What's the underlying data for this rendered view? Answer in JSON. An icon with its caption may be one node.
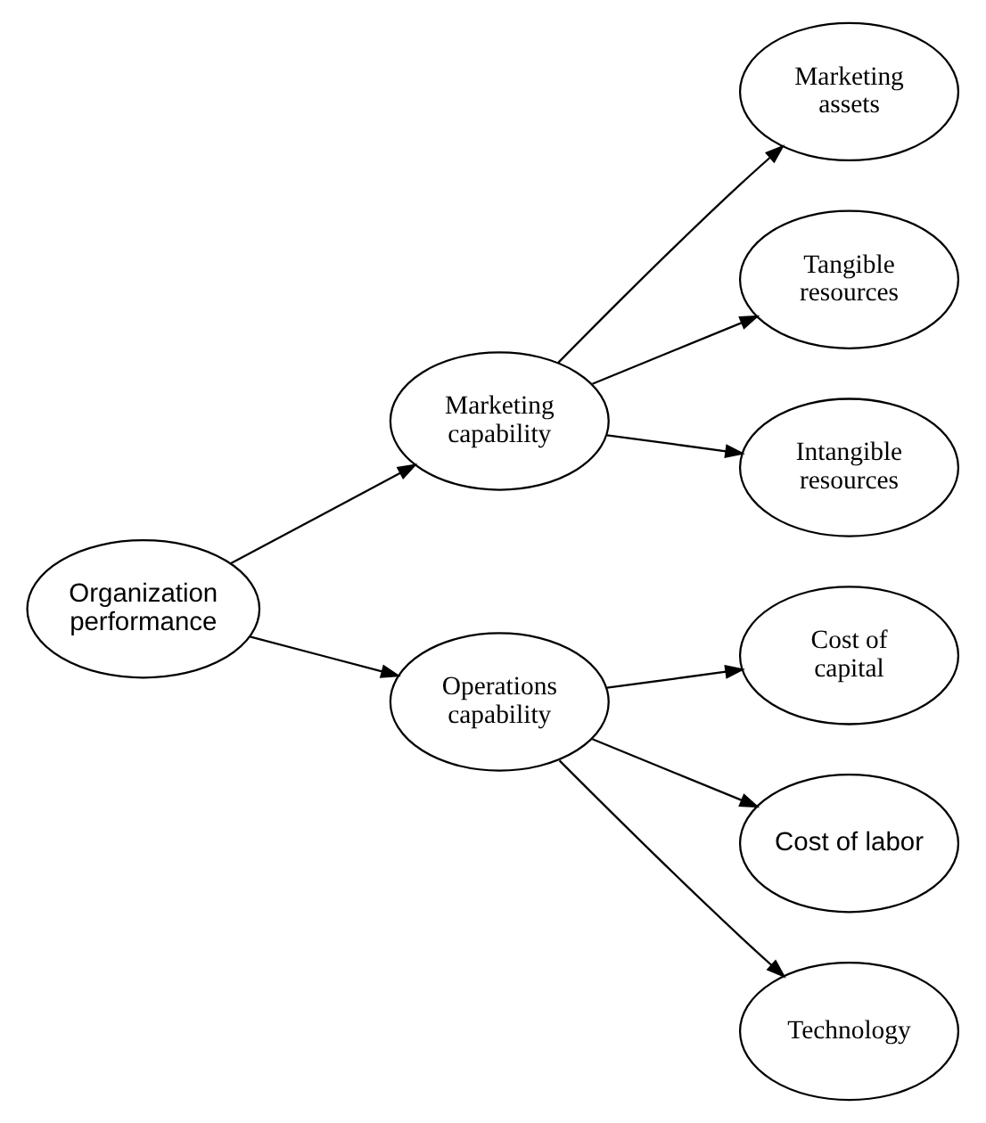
{
  "diagram": {
    "nodes": [
      {
        "text": [
          "Organization performance"
        ]
      },
      {
        "text": [
          "Marketing capability"
        ]
      },
      {
        "text": [
          "Operations capability"
        ]
      },
      {
        "text": [
          "Marketing assets"
        ]
      },
      {
        "text": [
          "Tangible resources"
        ]
      },
      {
        "text": [
          "Intangible resources"
        ]
      },
      {
        "text": [
          "Cost of capital"
        ]
      },
      {
        "text": [
          "Cost of labor"
        ]
      },
      {
        "text": [
          "Technology"
        ]
      }
    ],
    "edges": [
      {
        "from": 0,
        "to": 1,
        "arrow": "to"
      },
      {
        "from": 0,
        "to": 2,
        "arrow": "to"
      },
      {
        "from": 1,
        "to": 3,
        "arrow": "to"
      },
      {
        "from": 1,
        "to": 4,
        "arrow": "to"
      },
      {
        "from": 1,
        "to": 5,
        "arrow": "to"
      },
      {
        "from": 2,
        "to": 6,
        "arrow": "to"
      },
      {
        "from": 2,
        "to": 7,
        "arrow": "to"
      },
      {
        "from": 2,
        "to": 8,
        "arrow": "to"
      }
    ]
  }
}
